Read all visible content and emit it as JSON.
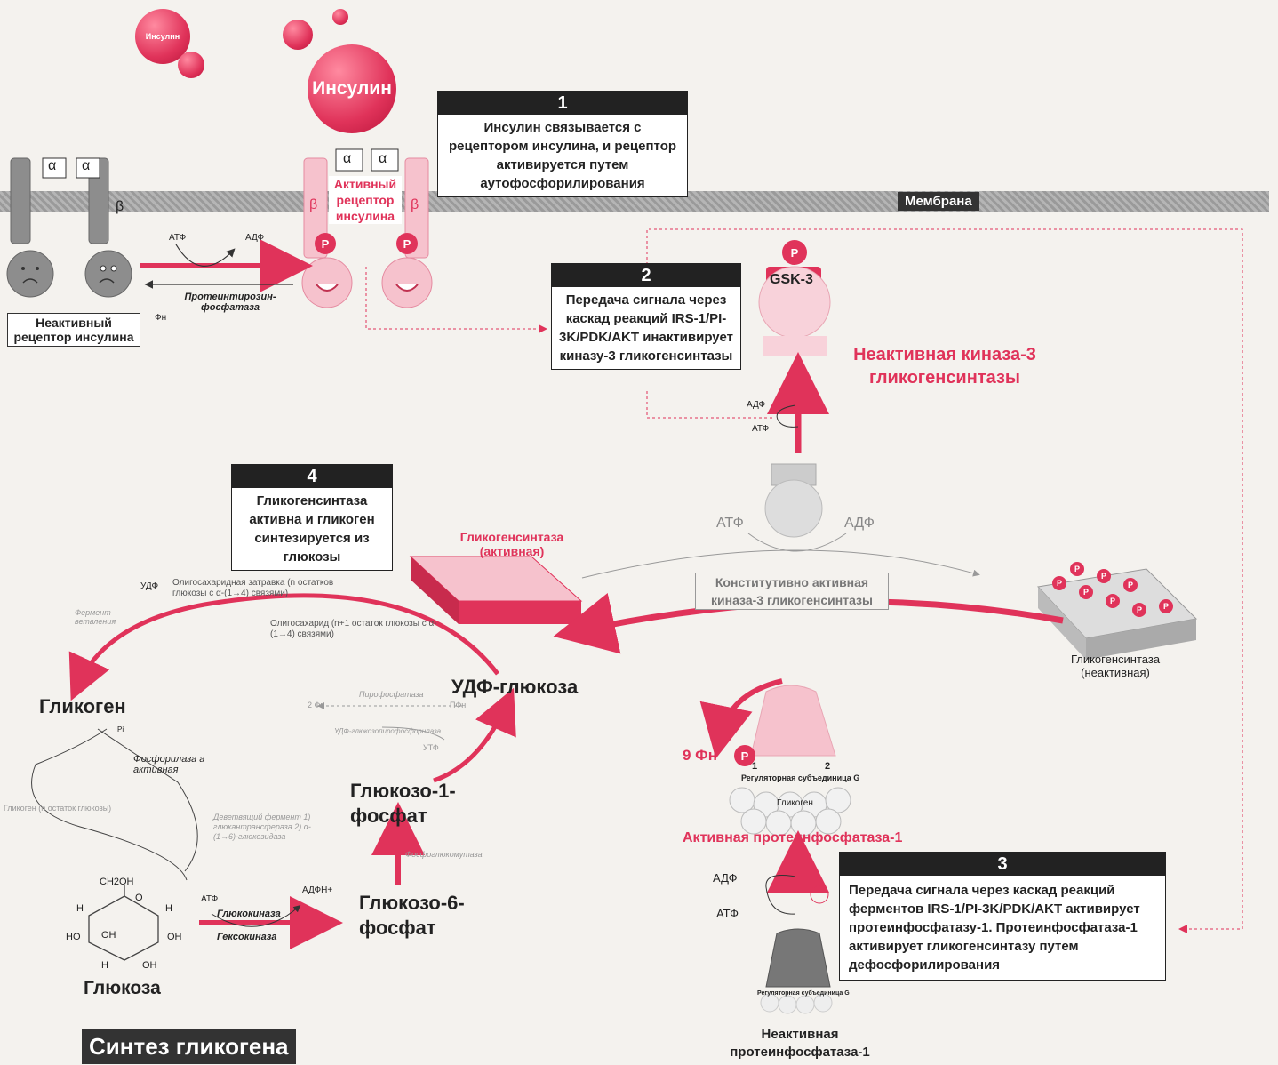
{
  "membrane_label": "Мембрана",
  "insulin": {
    "main": "Инсулин",
    "small": "Инсулин"
  },
  "receptor": {
    "alpha": "α",
    "beta": "β",
    "active_label": "Активный рецептор инсулина",
    "inactive_label": "Неактивный рецептор инсулина",
    "p": "P"
  },
  "reaction_receptor": {
    "atp": "АТФ",
    "adp": "АДФ",
    "phosphatase": "Протеинтирозин-фосфатаза",
    "pn": "Фн"
  },
  "steps": {
    "s1": {
      "num": "1",
      "text": "Инсулин связывается с рецептором инсулина, и рецептор активируется путем аутофосфорилирования"
    },
    "s2": {
      "num": "2",
      "text": "Передача сигнала через каскад реакций IRS-1/PI-3K/PDK/AKT инактивирует киназу-3 гликогенсинтазы"
    },
    "s3": {
      "num": "3",
      "text": "Передача сигнала через каскад реакций ферментов IRS-1/PI-3K/PDK/AKT активирует протеинфосфатазу-1. Протеинфосфатаза-1 активирует гликогенсинтазу путем дефосфорилирования"
    },
    "s4": {
      "num": "4",
      "text": "Гликогенсинтаза активна и гликоген синтезируется из глюкозы"
    }
  },
  "gsk": {
    "label": "GSK-3",
    "inactive": "Неактивная киназа-3 гликогенсинтазы",
    "constitutive": "Конститутивно активная киназа-3 гликогенсинтазы",
    "atp": "АТФ",
    "adp": "АДФ"
  },
  "glycogen_synthase": {
    "active": "Гликогенсинтаза (активная)",
    "inactive": "Гликогенсинтаза (неактивная)"
  },
  "pp1": {
    "active": "Активная протеинфосфатаза-1",
    "inactive": "Неактивная протеинфосфатаза-1",
    "regulatory": "Регуляторная субъединица G",
    "glycogen": "Гликоген",
    "pn9": "9 Фн",
    "atp": "АТФ",
    "adp": "АДФ",
    "one": "1",
    "two": "2"
  },
  "metabolism": {
    "glycogen": "Гликоген",
    "udp_glucose": "УДФ-глюкоза",
    "g1p": "Глюкозо-1-фосфат",
    "g6p": "Глюкозо-6-фосфат",
    "glucose": "Глюкоза",
    "glucokinase": "Глюкокиназа",
    "hexokinase": "Гексокиназа",
    "atp": "АТФ",
    "adph": "АДФН+",
    "phosphorylase": "Фосфорилаза а активная",
    "udf": "УДФ",
    "oligo_primer": "Олигосахаридная затравка (n остатков глюкозы с α-(1→4) связями)",
    "oligo_n1": "Олигосахарид (n+1 остаток глюкозы с α-(1→4) связями)",
    "branching": "Фермент ветвления",
    "glycogen_residue": "Гликоген (n остаток глюкозы)",
    "debranching": "Деветвящий фермент 1) глюкантрансфераза 2) α-(1→6)-глюкозидаза",
    "pyrophosphatase": "Пирофосфатаза",
    "two_pn": "2 Фн",
    "ppn": "ПФн",
    "udp_pyrophosphorylase": "УДФ-глюкозопирофосфорилаза",
    "utp": "УТФ",
    "phosphoglucomutase": "Фосфоглюкомутаза",
    "pi": "Pi",
    "ch2oh": "CH2OH",
    "o": "O",
    "h": "H",
    "oh": "OH",
    "ho": "HO"
  },
  "title": "Синтез гликогена"
}
